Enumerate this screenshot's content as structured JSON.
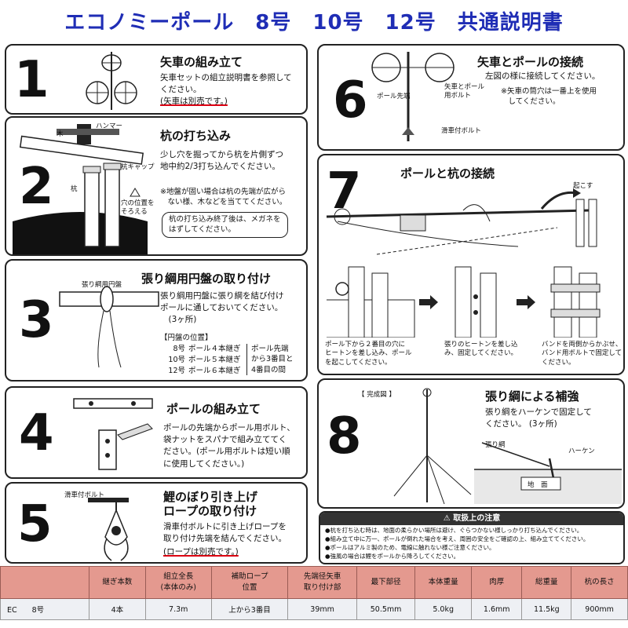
{
  "page_title": "エコノミーポール　8号　10号　12号　共通説明書",
  "steps": [
    {
      "number": "1",
      "heading": "矢車の組み立て",
      "body": "矢車セットの組立説明書を参照して\nください。",
      "emphasis": "(矢車は別売です。)"
    },
    {
      "number": "2",
      "heading": "杭の打ち込み",
      "body": "少し穴を掘ってから杭を片側ずつ\n地中約2/3打ち込んでください。",
      "note": "※地盤が固い場合は杭の先端が広がら\n　ない様、木などを当ててください。",
      "note2": "杭の打ち込み終了後は、メガネを\nはずしてください。",
      "labels": {
        "hammer": "ハンマー",
        "wood": "木",
        "cap": "杭キャップ",
        "stake": "杭",
        "align": "穴の位置を\nそろえる"
      }
    },
    {
      "number": "3",
      "heading": "張り綱用円盤の取り付け",
      "body": "張り綱用円盤に張り綱を結び付け\nポールに通しておいてください。\n　(3ヶ所)",
      "position_title": "【円盤の位置】",
      "positions": [
        {
          "size": "8号",
          "text": "ポール４本継ぎ"
        },
        {
          "size": "10号",
          "text": "ポール５本継ぎ"
        },
        {
          "size": "12号",
          "text": "ポール６本継ぎ"
        }
      ],
      "position_note": "ポール先端\nから3番目と\n4番目の間",
      "labels": {
        "disc": "張り綱用円盤"
      }
    },
    {
      "number": "4",
      "heading": "ポールの組み立て",
      "body": "ポールの先端からポール用ボルト、\n袋ナットをスパナで組み立ててく\nださい。(ポール用ボルトは短い順\nに使用してください。)"
    },
    {
      "number": "5",
      "heading": "鯉のぼり引き上げ\nロープの取り付け",
      "body": "滑車付ボルトに引き上げロープを\n取り付け先端を結んでください。",
      "emphasis": "(ロープは別売です。)",
      "labels": {
        "pulley": "滑車付ボルト"
      }
    },
    {
      "number": "6",
      "heading": "矢車とポールの接続",
      "body": "左図の様に接続してください。",
      "note": "※矢車の筒穴は一番上を使用\n　してください。",
      "labels": {
        "tip": "ポール先端",
        "bolt": "矢車とポール\n用ボルト",
        "pulley": "滑車付ボルト"
      }
    },
    {
      "number": "7",
      "heading": "ポールと杭の接続",
      "labels": {
        "raise": "起こす"
      },
      "captions": [
        "ポール下から２番目の穴に\nヒートンを差し込み、ポール\nを起こしてください。",
        "張りのヒートンを差し込\nみ、固定してください。",
        "バンドを両側からかぶせ、\nバンド用ボルトで固定して\nください。"
      ]
    },
    {
      "number": "8",
      "heading": "張り綱による補強",
      "body": "張り綱をハーケンで固定して\nください。 (3ヶ所)",
      "labels": {
        "complete": "【 完成図 】",
        "rope": "張り綱",
        "peg": "ハーケン",
        "ground": "地　面"
      }
    }
  ],
  "warning": {
    "title": "⚠ 取扱上の注意",
    "lines": "●杭を打ち込む時は、地面の柔らかい場所は避け、ぐらつかない様しっかり打ち込んでください。\n●組み立て中に万一、ポールが倒れた場合を考え、周囲の安全をご確認の上、組み立ててください。\n●ポールはアルミ製のため、電線に触れない様ご注意ください。\n●強風の場合は鯉をポールから降ろしてください。"
  },
  "spec_table": {
    "headers": [
      "",
      "継ぎ本数",
      "組立全長\n(本体のみ)",
      "補助ロープ\n位置",
      "先端径矢車\n取り付け部",
      "最下部径",
      "本体重量",
      "肉厚",
      "総重量",
      "杭の長さ"
    ],
    "rows": [
      [
        "EC　　8号",
        "4本",
        "7.3m",
        "上から3番目",
        "39mm",
        "50.5mm",
        "5.0kg",
        "1.6mm",
        "11.5kg",
        "900mm"
      ]
    ]
  },
  "colors": {
    "title": "#1f2db5",
    "table_header": "#e4998f",
    "table_row": "#eef0f4",
    "emphasis_underline": "#dd1111"
  }
}
